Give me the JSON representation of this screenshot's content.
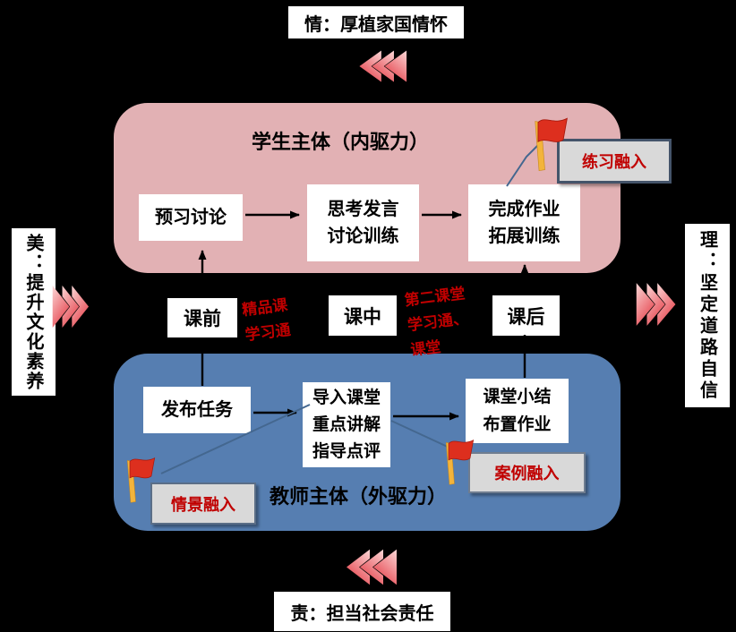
{
  "colors": {
    "background": "#000000",
    "student_panel": "#e2b1b4",
    "teacher_panel": "#567eb1",
    "accent_red": "#c00000",
    "label_bg": "#d9d9d9",
    "label_border": "#44546a",
    "flag_red": "#dd2f1e",
    "flag_pole": "#f3b43b",
    "connector_blue": "#44678f",
    "chevron_light": "#fbd6d6",
    "chevron_dark": "#e64750"
  },
  "banners": {
    "top": "情：厚植家国情怀",
    "bottom": "责：担当社会责任",
    "left": "美：提升文化素养",
    "right": "理：坚定道路自信"
  },
  "student_panel": {
    "title": "学生主体（内驱力）",
    "steps": [
      {
        "lines": [
          "预习讨论"
        ]
      },
      {
        "lines": [
          "思考发言",
          "讨论训练"
        ]
      },
      {
        "lines": [
          "完成作业",
          "拓展训练"
        ]
      }
    ],
    "flag_label": "练习融入"
  },
  "teacher_panel": {
    "title": "教师主体（外驱力）",
    "steps": [
      {
        "lines": [
          "发布任务"
        ]
      },
      {
        "lines": [
          "导入课堂",
          "重点讲解",
          "指导点评"
        ]
      },
      {
        "lines": [
          "课堂小结",
          "布置作业"
        ]
      }
    ],
    "flag_labels": {
      "scenario": "情景融入",
      "case": "案例融入"
    }
  },
  "phases": {
    "before": "课前",
    "during": "课中",
    "after": "课后",
    "annotations": {
      "before_during": {
        "lines": [
          "精品课",
          "学习通"
        ]
      },
      "during_after": {
        "lines": [
          "第二课堂",
          "学习通、",
          "课堂"
        ]
      }
    }
  },
  "icons": {
    "top_chevron": "triple-chevron-left",
    "bottom_chevron": "triple-chevron-left",
    "left_chevron": "triple-chevron-right",
    "right_chevron": "triple-chevron-right",
    "flag": "red-flag"
  }
}
